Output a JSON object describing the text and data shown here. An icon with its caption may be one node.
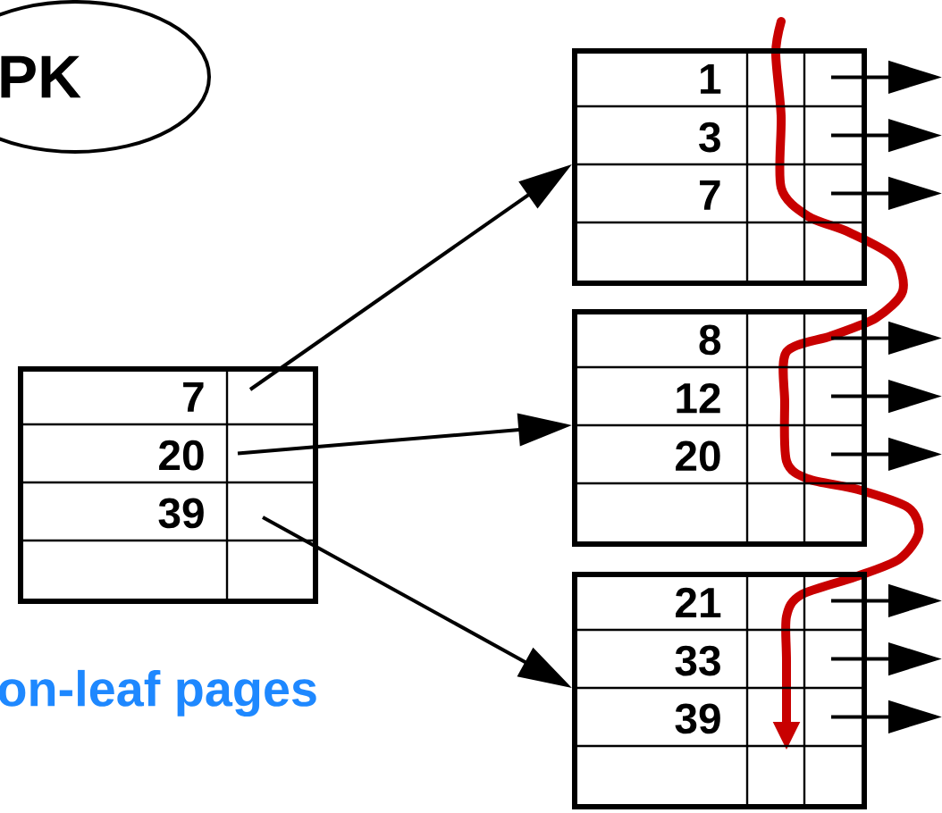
{
  "diagram": {
    "nodes": [
      {
        "text": [
          "PK"
        ]
      },
      {
        "text": [
          "7",
          "20",
          "39"
        ]
      },
      {
        "text": [
          "1",
          "3",
          "7"
        ]
      },
      {
        "text": [
          "8",
          "12",
          "20"
        ]
      },
      {
        "text": [
          "21",
          "33",
          "39"
        ]
      }
    ],
    "edges": [
      {
        "from": 1,
        "to": 2,
        "arrow": "to"
      },
      {
        "from": 1,
        "to": 3,
        "arrow": "to"
      },
      {
        "from": 1,
        "to": 4,
        "arrow": "to"
      },
      {
        "from": 2,
        "to": null,
        "arrow": "to"
      },
      {
        "from": 2,
        "to": null,
        "arrow": "to"
      },
      {
        "from": 2,
        "to": null,
        "arrow": "to"
      },
      {
        "from": 3,
        "to": null,
        "arrow": "to"
      },
      {
        "from": 3,
        "to": null,
        "arrow": "to"
      },
      {
        "from": 3,
        "to": null,
        "arrow": "to"
      },
      {
        "from": 4,
        "to": null,
        "arrow": "to"
      },
      {
        "from": 4,
        "to": null,
        "arrow": "to"
      },
      {
        "from": 4,
        "to": null,
        "arrow": "to"
      }
    ],
    "labels": [
      "on-leaf pages"
    ]
  }
}
